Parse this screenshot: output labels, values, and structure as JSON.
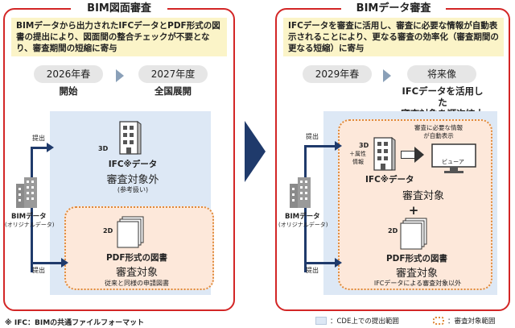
{
  "left": {
    "title": "BIM図面審査",
    "summary": "BIMデータから出力されたIFCデータとPDF形式の図書の提出により、図面間の整合チェックが不要となり、審査期間の短縮に寄与",
    "timeline": [
      {
        "date": "2026年春",
        "label": "開始"
      },
      {
        "date": "2027年度",
        "label": "全国展開"
      }
    ],
    "submit_top": "提出",
    "submit_bottom": "提出",
    "bim_label": "BIMデータ",
    "bim_sub": "(オリジナルデータ)",
    "ifc_dim": "3D",
    "ifc_title": "IFC※データ",
    "ifc_status": "審査対象外",
    "ifc_note": "(参考扱い)",
    "pdf_dim": "2D",
    "pdf_title": "PDF形式の図書",
    "pdf_status": "審査対象",
    "pdf_note": "従来と同様の申請図書"
  },
  "right": {
    "title": "BIMデータ審査",
    "summary": "IFCデータを審査に活用し、審査に必要な情報が自動表示されることにより、更なる審査の効率化（審査期間の更なる短縮）に寄与",
    "timeline": [
      {
        "date": "2029年春",
        "label": ""
      },
      {
        "date": "将来像",
        "label": "IFCデータを活用した\n審査対象を順次拡大"
      }
    ],
    "submit_top": "提出",
    "submit_bottom": "提出",
    "bim_label": "BIMデータ",
    "bim_sub": "(オリジナルデータ)",
    "ifc_dim": "3D",
    "ifc_dim2": "＋属性",
    "ifc_dim3": "情報",
    "ifc_title": "IFC※データ",
    "auto_info": "審査に必要な情報\nが自動表示",
    "viewer": "ビューア",
    "status_combined": "審査対象",
    "plus": "+",
    "pdf_dim": "2D",
    "pdf_title": "PDF形式の図書",
    "pdf_status": "審査対象",
    "pdf_note": "IFCデータによる審査対象以外"
  },
  "footnote": "※ IFC：BIMの共通ファイルフォーマット",
  "legend": {
    "cde": "：CDE上での提出範囲",
    "review": "：審査対象範囲"
  },
  "colors": {
    "panel_border": "#d32626",
    "navy": "#1f3a6b",
    "blue_area": "#dde8f5",
    "orange_dotted": "#e08a3a",
    "summary_bg": "#fbf4c8"
  }
}
